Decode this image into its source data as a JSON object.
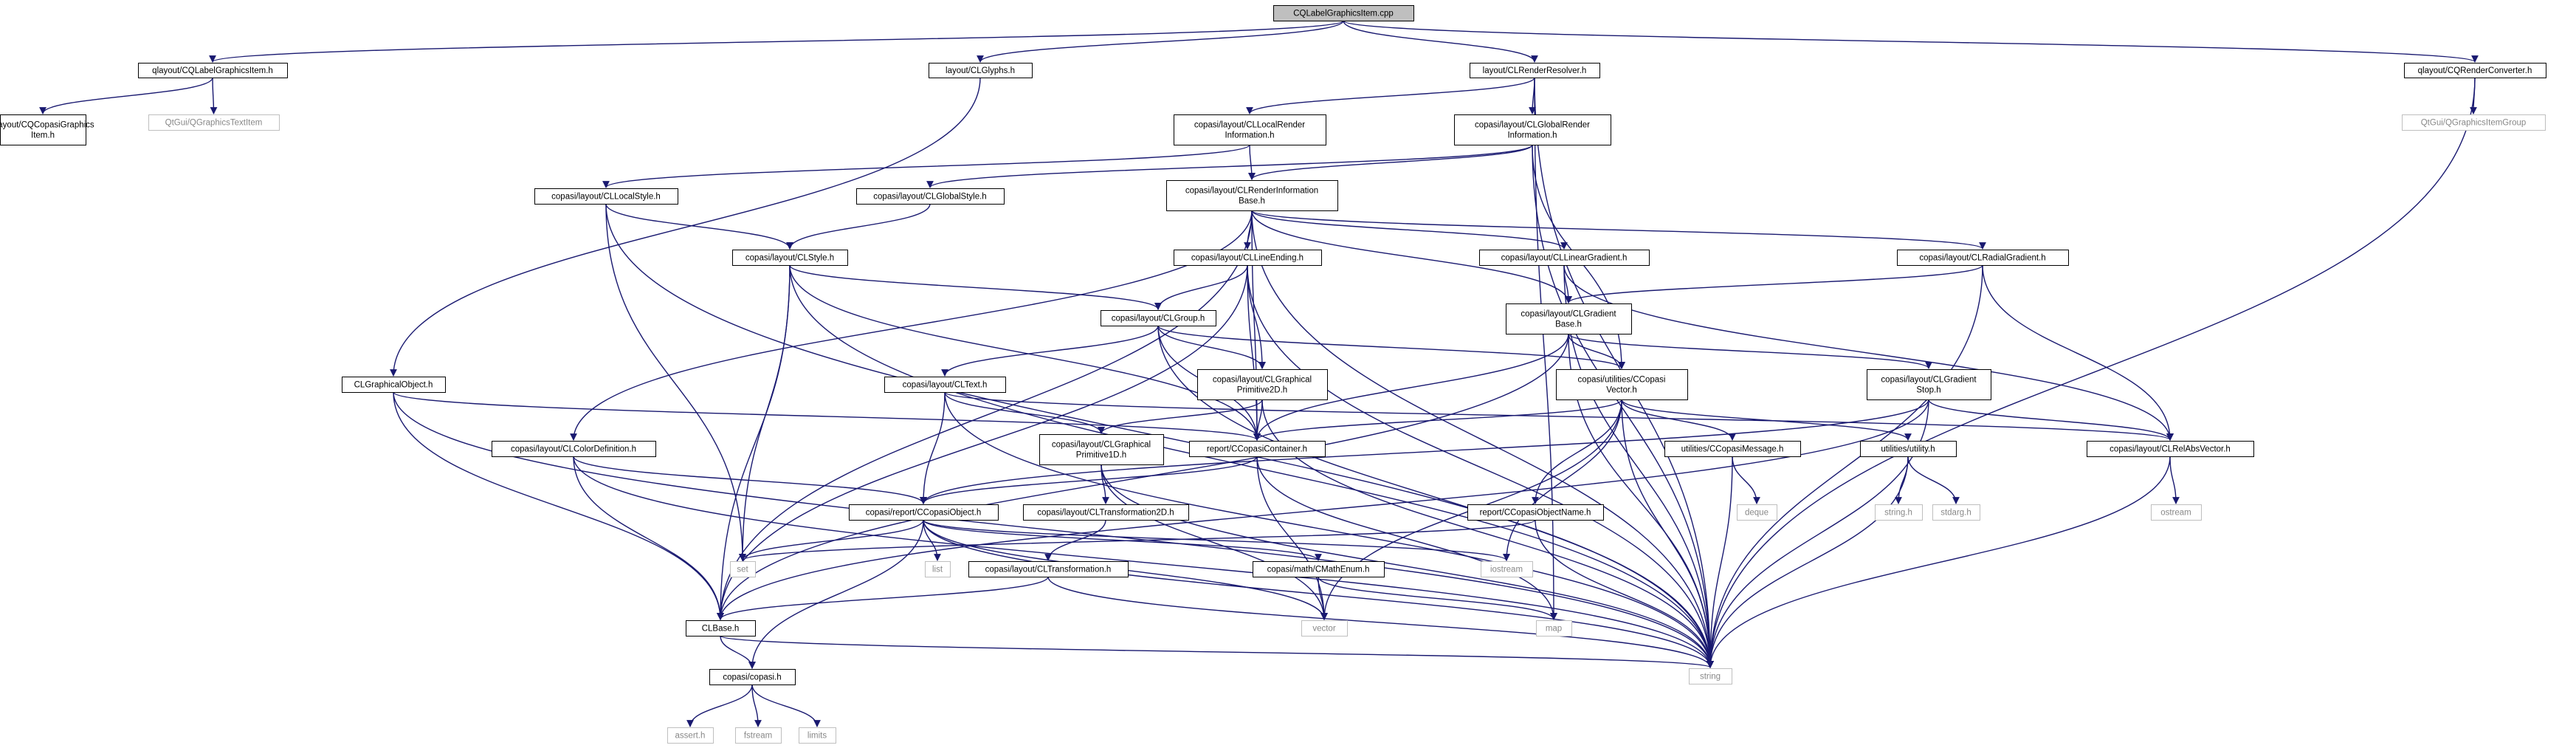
{
  "diagram": {
    "type": "include-dependency-graph",
    "colors": {
      "edge": "#191970",
      "box_border": "#000000",
      "root_fill": "#bfbfbf",
      "external_border": "#bfbfbf",
      "external_text": "#888888",
      "text": "#000000"
    },
    "nodes": [
      {
        "id": "root",
        "lines": [
          "CQLabelGraphicsItem.cpp"
        ],
        "kind": "root"
      },
      {
        "id": "cqlabelgi",
        "lines": [
          "qlayout/CQLabelGraphicsItem.h"
        ],
        "kind": "normal"
      },
      {
        "id": "clglyphs",
        "lines": [
          "layout/CLGlyphs.h"
        ],
        "kind": "normal"
      },
      {
        "id": "clrenderresolver",
        "lines": [
          "layout/CLRenderResolver.h"
        ],
        "kind": "normal"
      },
      {
        "id": "cqrenderconverter",
        "lines": [
          "qlayout/CQRenderConverter.h"
        ],
        "kind": "normal"
      },
      {
        "id": "cqcopasigi",
        "lines": [
          "qlayout/CQCopasiGraphics",
          "Item.h"
        ],
        "kind": "normal"
      },
      {
        "id": "qgraphicstextitem",
        "lines": [
          "QtGui/QGraphicsTextItem"
        ],
        "kind": "external"
      },
      {
        "id": "cllocalrenderinfo",
        "lines": [
          "copasi/layout/CLLocalRender",
          "Information.h"
        ],
        "kind": "normal"
      },
      {
        "id": "clglobalrenderinfo",
        "lines": [
          "copasi/layout/CLGlobalRender",
          "Information.h"
        ],
        "kind": "normal"
      },
      {
        "id": "qgraphicsitemgroup",
        "lines": [
          "QtGui/QGraphicsItemGroup"
        ],
        "kind": "external"
      },
      {
        "id": "cllocalstyle",
        "lines": [
          "copasi/layout/CLLocalStyle.h"
        ],
        "kind": "normal"
      },
      {
        "id": "clglobalstyle",
        "lines": [
          "copasi/layout/CLGlobalStyle.h"
        ],
        "kind": "normal"
      },
      {
        "id": "clrenderinfobase",
        "lines": [
          "copasi/layout/CLRenderInformation",
          "Base.h"
        ],
        "kind": "normal"
      },
      {
        "id": "clstyle",
        "lines": [
          "copasi/layout/CLStyle.h"
        ],
        "kind": "normal"
      },
      {
        "id": "cllineending",
        "lines": [
          "copasi/layout/CLLineEnding.h"
        ],
        "kind": "normal"
      },
      {
        "id": "cllineargradient",
        "lines": [
          "copasi/layout/CLLinearGradient.h"
        ],
        "kind": "normal"
      },
      {
        "id": "clradialgradient",
        "lines": [
          "copasi/layout/CLRadialGradient.h"
        ],
        "kind": "normal"
      },
      {
        "id": "clgroup",
        "lines": [
          "copasi/layout/CLGroup.h"
        ],
        "kind": "normal"
      },
      {
        "id": "clgradientbase",
        "lines": [
          "copasi/layout/CLGradient",
          "Base.h"
        ],
        "kind": "normal"
      },
      {
        "id": "clgraphicalobject",
        "lines": [
          "CLGraphicalObject.h"
        ],
        "kind": "normal"
      },
      {
        "id": "cltext",
        "lines": [
          "copasi/layout/CLText.h"
        ],
        "kind": "normal"
      },
      {
        "id": "clgraphicalprim2d",
        "lines": [
          "copasi/layout/CLGraphical",
          "Primitive2D.h"
        ],
        "kind": "normal"
      },
      {
        "id": "ccopasivector",
        "lines": [
          "copasi/utilities/CCopasi",
          "Vector.h"
        ],
        "kind": "normal"
      },
      {
        "id": "clgradientstop",
        "lines": [
          "copasi/layout/CLGradient",
          "Stop.h"
        ],
        "kind": "normal"
      },
      {
        "id": "clcolordef",
        "lines": [
          "copasi/layout/CLColorDefinition.h"
        ],
        "kind": "normal"
      },
      {
        "id": "clgraphicalprim1d",
        "lines": [
          "copasi/layout/CLGraphical",
          "Primitive1D.h"
        ],
        "kind": "normal"
      },
      {
        "id": "ccopasicontainer",
        "lines": [
          "report/CCopasiContainer.h"
        ],
        "kind": "normal"
      },
      {
        "id": "ccopasimessage",
        "lines": [
          "utilities/CCopasiMessage.h"
        ],
        "kind": "normal"
      },
      {
        "id": "utility",
        "lines": [
          "utilities/utility.h"
        ],
        "kind": "normal"
      },
      {
        "id": "clrelabsvector",
        "lines": [
          "copasi/layout/CLRelAbsVector.h"
        ],
        "kind": "normal"
      },
      {
        "id": "ccopasiobject",
        "lines": [
          "copasi/report/CCopasiObject.h"
        ],
        "kind": "normal"
      },
      {
        "id": "cltransformation2d",
        "lines": [
          "copasi/layout/CLTransformation2D.h"
        ],
        "kind": "normal"
      },
      {
        "id": "ccopasiobjectname",
        "lines": [
          "report/CCopasiObjectName.h"
        ],
        "kind": "normal"
      },
      {
        "id": "deque",
        "lines": [
          "deque"
        ],
        "kind": "external"
      },
      {
        "id": "stringh",
        "lines": [
          "string.h"
        ],
        "kind": "external"
      },
      {
        "id": "stdargh",
        "lines": [
          "stdarg.h"
        ],
        "kind": "external"
      },
      {
        "id": "ostream",
        "lines": [
          "ostream"
        ],
        "kind": "external"
      },
      {
        "id": "cltransformation",
        "lines": [
          "copasi/layout/CLTransformation.h"
        ],
        "kind": "normal"
      },
      {
        "id": "cmathenum",
        "lines": [
          "copasi/math/CMathEnum.h"
        ],
        "kind": "normal"
      },
      {
        "id": "set",
        "lines": [
          "set"
        ],
        "kind": "external"
      },
      {
        "id": "list",
        "lines": [
          "list"
        ],
        "kind": "external"
      },
      {
        "id": "iostream",
        "lines": [
          "iostream"
        ],
        "kind": "external"
      },
      {
        "id": "map",
        "lines": [
          "map"
        ],
        "kind": "external"
      },
      {
        "id": "clbase",
        "lines": [
          "CLBase.h"
        ],
        "kind": "normal"
      },
      {
        "id": "vector",
        "lines": [
          "vector"
        ],
        "kind": "external"
      },
      {
        "id": "string",
        "lines": [
          "string"
        ],
        "kind": "external"
      },
      {
        "id": "copasih",
        "lines": [
          "copasi/copasi.h"
        ],
        "kind": "normal"
      },
      {
        "id": "asserth",
        "lines": [
          "assert.h"
        ],
        "kind": "external"
      },
      {
        "id": "fstream",
        "lines": [
          "fstream"
        ],
        "kind": "external"
      },
      {
        "id": "limits",
        "lines": [
          "limits"
        ],
        "kind": "external"
      }
    ],
    "edges": [
      [
        "root",
        "cqlabelgi"
      ],
      [
        "root",
        "clglyphs"
      ],
      [
        "root",
        "clrenderresolver"
      ],
      [
        "root",
        "cqrenderconverter"
      ],
      [
        "cqlabelgi",
        "cqcopasigi"
      ],
      [
        "cqlabelgi",
        "qgraphicstextitem"
      ],
      [
        "clglyphs",
        "clgraphicalobject"
      ],
      [
        "clrenderresolver",
        "cllocalrenderinfo"
      ],
      [
        "clrenderresolver",
        "clglobalrenderinfo"
      ],
      [
        "clrenderresolver",
        "map"
      ],
      [
        "clrenderresolver",
        "string"
      ],
      [
        "cqrenderconverter",
        "qgraphicsitemgroup"
      ],
      [
        "cqrenderconverter",
        "string"
      ],
      [
        "cllocalrenderinfo",
        "cllocalstyle"
      ],
      [
        "cllocalrenderinfo",
        "clrenderinfobase"
      ],
      [
        "clglobalrenderinfo",
        "clglobalstyle"
      ],
      [
        "clglobalrenderinfo",
        "clrenderinfobase"
      ],
      [
        "clglobalrenderinfo",
        "ccopasivector"
      ],
      [
        "clglobalrenderinfo",
        "string"
      ],
      [
        "cllocalstyle",
        "clstyle"
      ],
      [
        "cllocalstyle",
        "set"
      ],
      [
        "cllocalstyle",
        "string"
      ],
      [
        "clglobalstyle",
        "clstyle"
      ],
      [
        "clrenderinfobase",
        "cllineending"
      ],
      [
        "clrenderinfobase",
        "cllineargradient"
      ],
      [
        "clrenderinfobase",
        "clradialgradient"
      ],
      [
        "clrenderinfobase",
        "clgradientbase"
      ],
      [
        "clrenderinfobase",
        "clcolordef"
      ],
      [
        "clrenderinfobase",
        "ccopasicontainer"
      ],
      [
        "clrenderinfobase",
        "clbase"
      ],
      [
        "clrenderinfobase",
        "string"
      ],
      [
        "clstyle",
        "clgroup"
      ],
      [
        "clstyle",
        "ccopasicontainer"
      ],
      [
        "clstyle",
        "set"
      ],
      [
        "clstyle",
        "clbase"
      ],
      [
        "clstyle",
        "string"
      ],
      [
        "cllineending",
        "clgroup"
      ],
      [
        "cllineending",
        "clgraphicalprim2d"
      ],
      [
        "cllineending",
        "ccopasicontainer"
      ],
      [
        "cllineending",
        "clbase"
      ],
      [
        "cllineending",
        "string"
      ],
      [
        "cllineargradient",
        "clgradientbase"
      ],
      [
        "cllineargradient",
        "clrelabsvector"
      ],
      [
        "cllineargradient",
        "string"
      ],
      [
        "clradialgradient",
        "clgradientbase"
      ],
      [
        "clradialgradient",
        "clrelabsvector"
      ],
      [
        "clradialgradient",
        "string"
      ],
      [
        "clgroup",
        "cltext"
      ],
      [
        "clgroup",
        "clgraphicalprim2d"
      ],
      [
        "clgroup",
        "ccopasicontainer"
      ],
      [
        "clgroup",
        "ccopasivector"
      ],
      [
        "clgroup",
        "string"
      ],
      [
        "clgradientbase",
        "ccopasivector"
      ],
      [
        "clgradientbase",
        "clgradientstop"
      ],
      [
        "clgradientbase",
        "ccopasicontainer"
      ],
      [
        "clgradientbase",
        "clbase"
      ],
      [
        "clgradientbase",
        "string"
      ],
      [
        "clgraphicalobject",
        "ccopasicontainer"
      ],
      [
        "clgraphicalobject",
        "clbase"
      ],
      [
        "clgraphicalobject",
        "string"
      ],
      [
        "cltext",
        "clgraphicalprim1d"
      ],
      [
        "cltext",
        "ccopasiobject"
      ],
      [
        "cltext",
        "clrelabsvector"
      ],
      [
        "cltext",
        "string"
      ],
      [
        "clgraphicalprim2d",
        "clgraphicalprim1d"
      ],
      [
        "clgraphicalprim2d",
        "ccopasicontainer"
      ],
      [
        "clgraphicalprim2d",
        "string"
      ],
      [
        "ccopasivector",
        "ccopasicontainer"
      ],
      [
        "ccopasivector",
        "ccopasimessage"
      ],
      [
        "ccopasivector",
        "utility"
      ],
      [
        "ccopasivector",
        "ccopasiobjectname"
      ],
      [
        "ccopasivector",
        "iostream"
      ],
      [
        "ccopasivector",
        "vector"
      ],
      [
        "ccopasivector",
        "string"
      ],
      [
        "clgradientstop",
        "clrelabsvector"
      ],
      [
        "clgradientstop",
        "ccopasiobject"
      ],
      [
        "clgradientstop",
        "clbase"
      ],
      [
        "clgradientstop",
        "string"
      ],
      [
        "clcolordef",
        "ccopasiobject"
      ],
      [
        "clcolordef",
        "clbase"
      ],
      [
        "clcolordef",
        "string"
      ],
      [
        "clgraphicalprim1d",
        "cltransformation2d"
      ],
      [
        "clgraphicalprim1d",
        "vector"
      ],
      [
        "clgraphicalprim1d",
        "string"
      ],
      [
        "ccopasicontainer",
        "ccopasiobject"
      ],
      [
        "ccopasicontainer",
        "vector"
      ],
      [
        "ccopasicontainer",
        "map"
      ],
      [
        "ccopasimessage",
        "deque"
      ],
      [
        "ccopasimessage",
        "string"
      ],
      [
        "utility",
        "stringh"
      ],
      [
        "utility",
        "stdargh"
      ],
      [
        "utility",
        "string"
      ],
      [
        "clrelabsvector",
        "ostream"
      ],
      [
        "clrelabsvector",
        "string"
      ],
      [
        "ccopasiobject",
        "set"
      ],
      [
        "ccopasiobject",
        "list"
      ],
      [
        "ccopasiobject",
        "iostream"
      ],
      [
        "ccopasiobject",
        "cmathenum"
      ],
      [
        "ccopasiobject",
        "vector"
      ],
      [
        "ccopasiobject",
        "copasih"
      ],
      [
        "ccopasiobject",
        "string"
      ],
      [
        "cltransformation2d",
        "cltransformation"
      ],
      [
        "ccopasiobjectname",
        "set"
      ],
      [
        "ccopasiobjectname",
        "string"
      ],
      [
        "cltransformation",
        "clbase"
      ],
      [
        "cltransformation",
        "string"
      ],
      [
        "cmathenum",
        "map"
      ],
      [
        "cmathenum",
        "vector"
      ],
      [
        "clbase",
        "copasih"
      ],
      [
        "clbase",
        "string"
      ],
      [
        "copasih",
        "asserth"
      ],
      [
        "copasih",
        "fstream"
      ],
      [
        "copasih",
        "limits"
      ]
    ]
  }
}
